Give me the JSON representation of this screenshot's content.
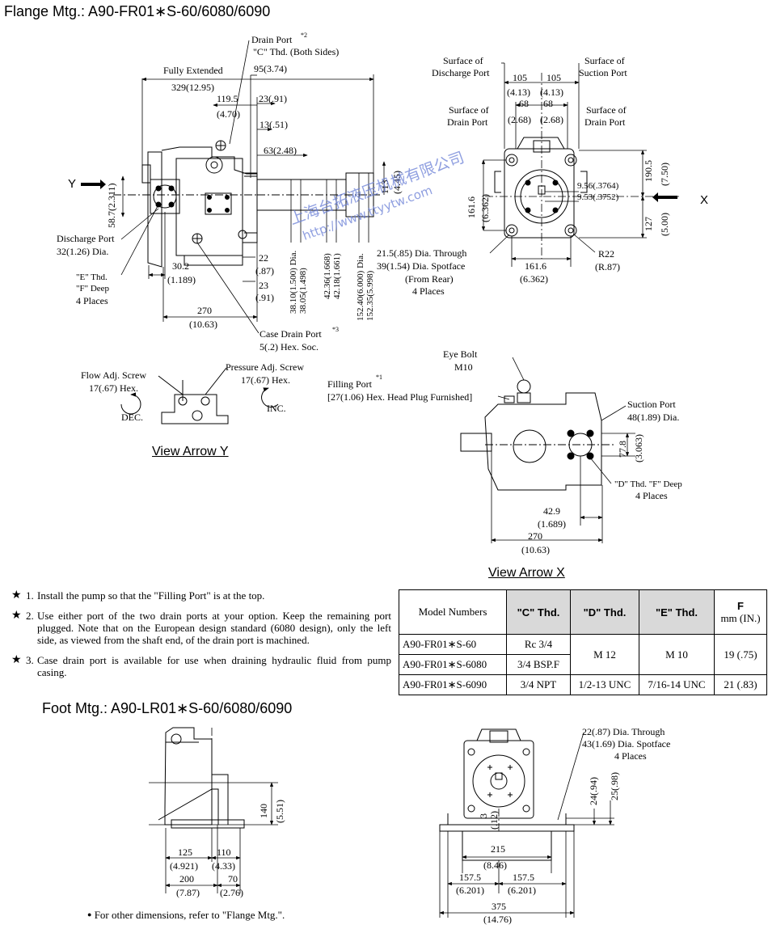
{
  "titles": {
    "flange": "Flange Mtg.:  A90-FR01∗S-60/6080/6090",
    "foot": "Foot Mtg.:  A90-LR01∗S-60/6080/6090"
  },
  "view_labels": {
    "arrow_y": "View Arrow Y",
    "arrow_x": "View Arrow X"
  },
  "watermark": {
    "cn": "上海台拓液压机械有限公司",
    "url": "http://www.ttyytw.com"
  },
  "side_view": {
    "drain_port": "Drain Port",
    "drain_port_ref": "*2",
    "c_thd": "\"C\" Thd. (Both Sides)",
    "fully_extended": "Fully Extended",
    "dim_329": "329(12.95)",
    "dim_95": "95(3.74)",
    "dim_1195": "119.5",
    "dim_470": "(4.70)",
    "dim_23a": "23(.91)",
    "dim_13": "13(.51)",
    "dim_63": "63(2.48)",
    "dim_113": "113",
    "dim_445": "(4.45)",
    "y_label": "Y",
    "dim_587": "58.7(2.311)",
    "discharge_port": "Discharge Port",
    "discharge_dia": "32(1.26) Dia.",
    "dim_302": "30.2",
    "dim_1189": "(1.189)",
    "e_thd": "\"E\" Thd.",
    "f_deep": "\"F\" Deep",
    "four_places": "4 Places",
    "dim_22": "22",
    "dim_87": "(.87)",
    "dim_23b": "23",
    "dim_91": "(.91)",
    "dim_3810": "38.10(1.500) Dia.",
    "dim_3805": "38.05(1.498)",
    "dim_4236": "42.36(1.668)",
    "dim_4218": "42.18(1.661)",
    "dim_15240": "152.40(6.000) Dia.",
    "dim_15235": "152.35(5.998)",
    "dim_270": "270",
    "dim_1063": "(10.63)",
    "case_drain": "Case Drain Port",
    "case_drain_ref": "*3",
    "case_drain_size": "5(.2) Hex. Soc."
  },
  "end_view": {
    "surf_discharge_1": "Surface of",
    "surf_discharge_2": "Discharge Port",
    "surf_suction_1": "Surface of",
    "surf_suction_2": "Suction Port",
    "surf_drain_l1": "Surface of",
    "surf_drain_l2": "Drain Port",
    "surf_drain_r1": "Surface of",
    "surf_drain_r2": "Drain Port",
    "dim_105a": "105",
    "dim_105b": "105",
    "dim_413a": "(4.13)",
    "dim_413b": "(4.13)",
    "dim_68a": "68",
    "dim_68b": "68",
    "dim_268a": "(2.68)",
    "dim_268b": "(2.68)",
    "dim_1905": "190.5",
    "dim_750": "(7.50)",
    "dim_956": "9.56(.3764)",
    "dim_953": "9.53(.3752)",
    "x_label": "X",
    "dim_1616v": "161.6",
    "dim_6362v": "(6.362)",
    "dim_127": "127",
    "dim_500": "(5.00)",
    "hole_1": "21.5(.85) Dia. Through",
    "hole_2": "39(1.54) Dia. Spotface",
    "hole_3": "(From Rear)",
    "hole_4": "4 Places",
    "dim_1616h": "161.6",
    "dim_6362h": "(6.362)",
    "r22": "R22",
    "r87": "(R.87)"
  },
  "arrow_y_view": {
    "flow_adj": "Flow Adj. Screw",
    "flow_hex": "17(.67) Hex.",
    "dec": "DEC.",
    "pressure_adj": "Pressure Adj. Screw",
    "pressure_hex": "17(.67) Hex.",
    "inc": "INC."
  },
  "arrow_x_view": {
    "eye_bolt": "Eye Bolt",
    "m10": "M10",
    "filling_port": "Filling Port",
    "filling_ref": "*1",
    "filling_size": "[27(1.06) Hex. Head Plug Furnished]",
    "suction_port": "Suction Port",
    "suction_dia": "48(1.89) Dia.",
    "dim_778": "77.8",
    "dim_3063": "(3.063)",
    "d_thd": "\"D\" Thd. \"F\" Deep",
    "four_places": "4 Places",
    "dim_429": "42.9",
    "dim_1689": "(1.689)",
    "dim_270": "270",
    "dim_1063": "(10.63)"
  },
  "notes": [
    {
      "num": "1.",
      "text": "Install the pump so that the \"Filling Port\" is at the top."
    },
    {
      "num": "2.",
      "text": "Use either port of the two drain ports at your option. Keep the remaining port plugged.  Note that on the European design standard (6080 design), only the left side, as viewed from the shaft end, of the drain port is machined."
    },
    {
      "num": "3.",
      "text": "Case drain port is available for use when draining hydraulic fluid from pump casing."
    }
  ],
  "star": "★",
  "table": {
    "headers": [
      "Model Numbers",
      "\"C\" Thd.",
      "\"D\" Thd.",
      "\"E\" Thd.",
      "F",
      "mm (IN.)"
    ],
    "rows": [
      [
        "A90-FR01∗S-60",
        "Rc 3/4"
      ],
      [
        "A90-FR01∗S-6080",
        "3/4 BSP.F"
      ],
      [
        "A90-FR01∗S-6090",
        "3/4 NPT",
        "1/2-13 UNC",
        "7/16-14 UNC",
        "21 (.83)"
      ]
    ],
    "merged": {
      "d": "M 12",
      "e": "M 10",
      "f": "19 (.75)"
    }
  },
  "foot_side": {
    "dim_140": "140",
    "dim_551": "(5.51)",
    "dim_125": "125",
    "dim_4921": "(4.921)",
    "dim_110": "110",
    "dim_433": "(4.33)",
    "dim_200": "200",
    "dim_787": "(7.87)",
    "dim_70": "70",
    "dim_276": "(2.76)",
    "footnote": "For other dimensions, refer to \"Flange Mtg.\"."
  },
  "foot_end": {
    "hole_1": "22(.87) Dia. Through",
    "hole_2": "43(1.69) Dia. Spotface",
    "hole_3": "4 Places",
    "dim_24": "24(.94)",
    "dim_25": "25(.98)",
    "dim_3": "3",
    "dim_12": "(.12)",
    "dim_215": "215",
    "dim_846": "(8.46)",
    "dim_1575a": "157.5",
    "dim_6201a": "(6.201)",
    "dim_1575b": "157.5",
    "dim_6201b": "(6.201)",
    "dim_375": "375",
    "dim_1476": "(14.76)"
  }
}
